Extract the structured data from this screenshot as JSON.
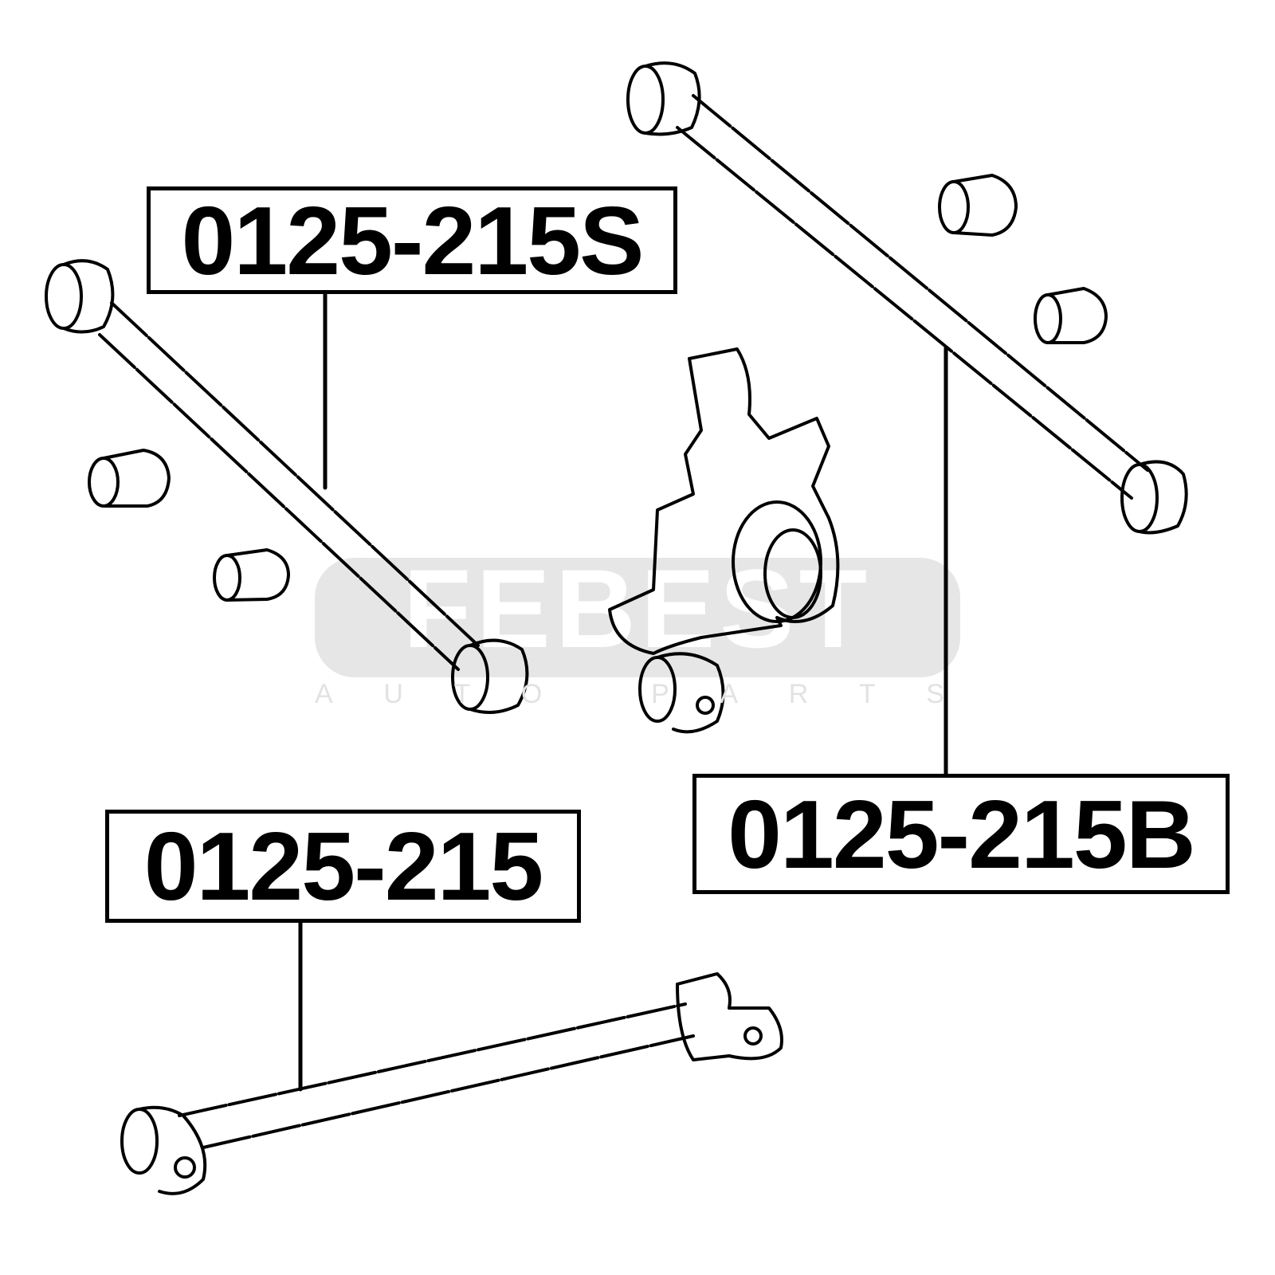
{
  "labels": {
    "part_s": "0125-215S",
    "part_b": "0125-215B",
    "part_base": "0125-215"
  },
  "logo": {
    "brand": "FEBEST",
    "tagline": "AUTO PARTS"
  },
  "colors": {
    "line": "#000000",
    "watermark": "#e6e6e6"
  }
}
